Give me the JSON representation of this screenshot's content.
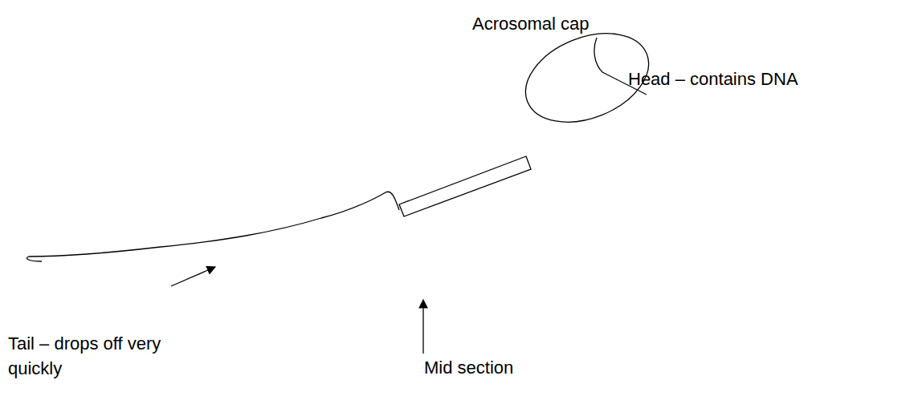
{
  "diagram": {
    "labels": [
      "Acrosomal cap",
      "Head – contains DNA",
      "Mid section",
      "Tail – drops off very quickly"
    ]
  }
}
